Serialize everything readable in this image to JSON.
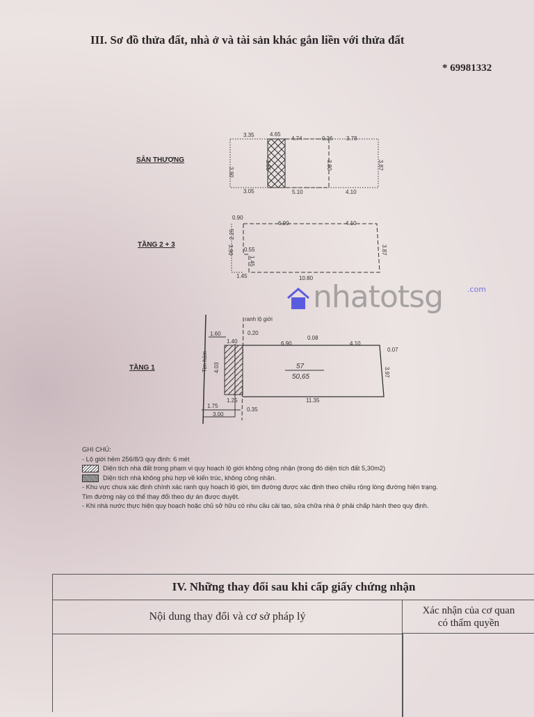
{
  "header": {
    "title": "III. Sơ đồ thửa đất, nhà ở và tài sản khác gắn liền với thửa đất",
    "serial": "* 69981332"
  },
  "plans": {
    "roof": {
      "label": "SÂN THƯỢNG",
      "dims": [
        "3.35",
        "4.65",
        "4.74",
        "0.36",
        "3.78",
        "3.90",
        "3.85",
        "3.80",
        "3.87",
        "3.05",
        "5.10",
        "4.10"
      ]
    },
    "floor23": {
      "label": "TẦNG 2 + 3",
      "dims": [
        "0.90",
        "6.90",
        "4.10",
        "2.25",
        "0.55",
        "1.45",
        "3.90",
        "3.87",
        "1.45",
        "10.80"
      ]
    },
    "floor1": {
      "label": "TẦNG 1",
      "road_line": "ranh lộ giới",
      "alley_center": "Tim hẻm",
      "area_num": "57",
      "area": "50,65",
      "dims": [
        "1.60",
        "1.40",
        "0.20",
        "6.90",
        "0.08",
        "4.10",
        "0.07",
        "4.03",
        "3.97",
        "1.25",
        "0.35",
        "11.35",
        "1.75",
        "3.00"
      ]
    }
  },
  "notes": {
    "heading": "GHI CHÚ:",
    "line1": "- Lộ giới hẻm 256/8/3 quy định: 6 mét",
    "legend1": "Diện tích nhà đất trong phạm vi quy hoạch lộ giới không công nhận (trong đó diện tích đất 5,30m2)",
    "legend2": "Diện tích nhà không phù hợp về kiến trúc, không công nhận.",
    "line2": "- Khu vực chưa xác định chính xác ranh quy hoạch lộ giới, tim đường được xác định theo chiều rộng lòng đường hiện trạng.",
    "line3": "Tim đường này có thể thay đổi theo dự án được duyệt.",
    "line4": "- Khi nhà nước thực hiện quy hoạch hoặc chủ sở hữu có nhu cầu cải tạo, sửa chữa nhà ở phải chấp hành theo quy định."
  },
  "table": {
    "title": "IV. Những thay đổi sau khi cấp giấy chứng nhận",
    "col1": "Nội dung thay đổi và cơ sở pháp lý",
    "col2a": "Xác nhận của cơ quan",
    "col2b": "có thẩm quyền"
  },
  "watermark": {
    "text": "nhatotsg",
    "suffix": ".com",
    "icon": "house-icon",
    "color": "#5b5be0"
  }
}
